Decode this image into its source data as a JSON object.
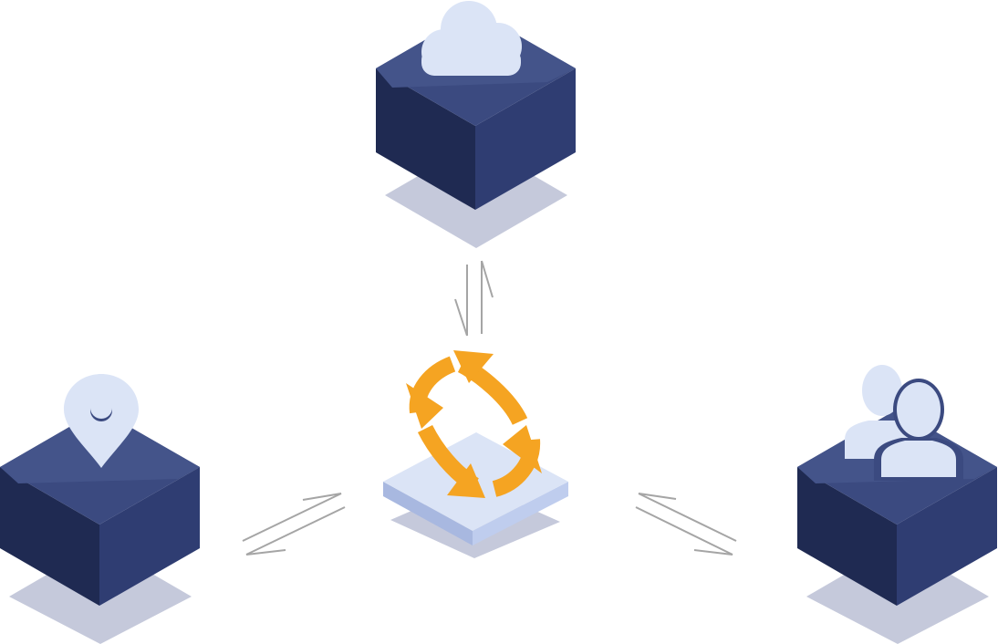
{
  "diagram": {
    "nodes": [
      {
        "id": "cloud",
        "icon": "cloud-icon"
      },
      {
        "id": "location",
        "icon": "location-pin-icon"
      },
      {
        "id": "users",
        "icon": "users-icon"
      },
      {
        "id": "sync-hub",
        "icon": "sync-arrows-icon"
      }
    ],
    "connections": [
      {
        "from": "cloud",
        "to": "sync-hub",
        "direction": "bidirectional"
      },
      {
        "from": "location",
        "to": "sync-hub",
        "direction": "bidirectional"
      },
      {
        "from": "users",
        "to": "sync-hub",
        "direction": "bidirectional"
      }
    ]
  },
  "colors": {
    "cube_top": "#3b4a80",
    "cube_top_light": "#44548a",
    "cube_left": "#1f2a52",
    "cube_right": "#2f3d72",
    "shadow": "#c5c9db",
    "icon_fill": "#dbe4f6",
    "arrow_line": "#a5a5a5",
    "sync_orange": "#f5a422",
    "hub_top": "#dbe4f6",
    "hub_side_left": "#a8b8e0",
    "hub_side_right": "#bfcdee"
  }
}
